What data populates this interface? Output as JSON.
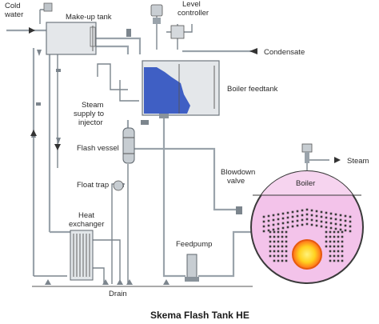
{
  "diagram": {
    "labels": {
      "cold_water": [
        "Cold",
        "water"
      ],
      "makeup_tank": "Make-up tank",
      "level_controller": [
        "Level",
        "controller"
      ],
      "condensate": "Condensate",
      "boiler_feedtank": "Boiler feedtank",
      "steam_supply": [
        "Steam",
        "supply to",
        "injector"
      ],
      "flash_vessel": "Flash vessel",
      "steam": "Steam",
      "float_trap": "Float trap",
      "blowdown_valve": [
        "Blowdown",
        "valve"
      ],
      "boiler": "Boiler",
      "heat_exchanger": [
        "Heat",
        "exchanger"
      ],
      "feedpump": "Feedpump",
      "drain": "Drain"
    },
    "caption": "Skema Flash Tank HE",
    "colors": {
      "feedtank_water": "#3f5fc4",
      "boiler_shell": "#f3c3ea",
      "boiler_steam_space": "#f6d4ef",
      "burner_outer": "#ff6a1a",
      "burner_inner": "#ffe23a",
      "pipe": "#9aa3ab"
    }
  }
}
